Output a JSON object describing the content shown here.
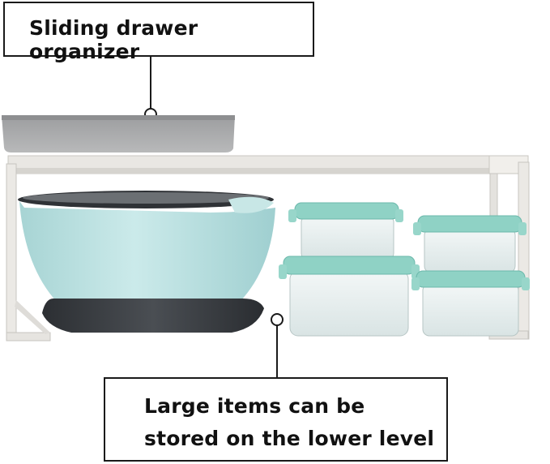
{
  "callouts": {
    "top": "Sliding drawer organizer",
    "bottom_line1": "Large items can be",
    "bottom_line2": "stored on the lower level"
  },
  "colors": {
    "drawer": "#a9aaab",
    "frame": "#e8e6e2",
    "bowl": "#bfe3e3",
    "bowl_base": "#3d4045",
    "lid": "#8ad1c4",
    "glass": "#e6eeee"
  }
}
